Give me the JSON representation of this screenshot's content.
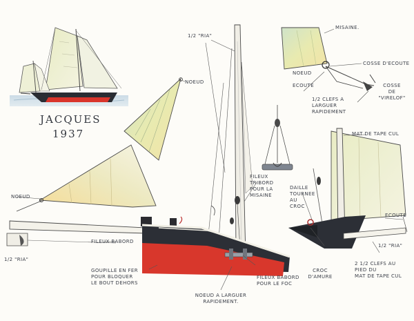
{
  "title": {
    "name": "JACQUES",
    "year": "1937"
  },
  "labels": {
    "ria_top": "1/2 \"RIA\"",
    "noeud_upper": "NOEUD",
    "noeud_left": "NOEUD",
    "ria_left": "1/2 \"RIA\"",
    "filoux_babord": "FILEUX BABORD",
    "goupille": "GOUPILLE EN FER\nPOUR BLOQUER\nLE BOUT DEHORS",
    "noeud_larguer": "NOEUD A LARGUER\nRAPIDEMENT.",
    "filoux_babord_foc": "FILEUX BABORD\nPOUR LE FOC",
    "filoux_tribord": "FILEUX\nTRIBORD\nPOUR LA\nMISAINE",
    "misaine": "MISAINE.",
    "noeud_detail": "NOEUD",
    "ecoute_detail": "ECOUTE",
    "cosse_ecoute": "COSSE D'ECOUTE",
    "cosse_virelof": "COSSE\nDE\n\"VIRELOF\"",
    "clefs_larguer": "1/2 CLEFS A\nLARGUER\nRAPIDEMENT",
    "mat_de_tape_cul": "MAT DE TAPE CUL",
    "daille": "DAILLE\nTOURNEE\nAU\nCROC",
    "ecoute_right": "ECOUTE",
    "ria_right": "1/2 \"RIA\"",
    "croc_amure": "CROC\nD'AMURE",
    "clefs_pied": "2 1/2 CLEFS AU\nPIED DU\nMAT DE TAPE CUL"
  }
}
